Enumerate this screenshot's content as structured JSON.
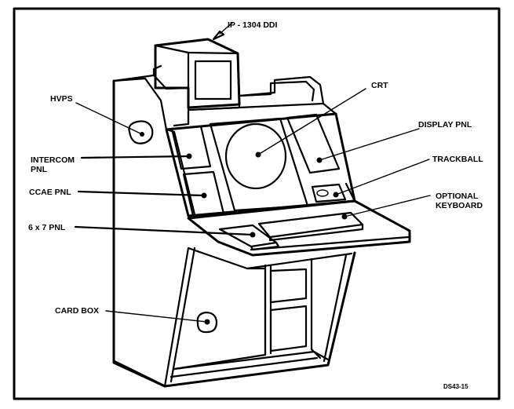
{
  "figure": {
    "id_label": "DS43-15",
    "colors": {
      "ink": "#000000",
      "paper": "#ffffff"
    }
  },
  "callouts": {
    "ddi": "IP - 1304  DDI",
    "hvps": "HVPS",
    "crt": "CRT",
    "display_pnl": "DISPLAY  PNL",
    "intercom_line1": "INTERCOM",
    "intercom_line2": "PNL",
    "trackball": "TRACKBALL",
    "ccae_pnl": "CCAE  PNL",
    "keyboard_line1": "OPTIONAL",
    "keyboard_line2": "KEYBOARD",
    "six_by_seven": "6  x  7  PNL",
    "card_box": "CARD  BOX"
  }
}
